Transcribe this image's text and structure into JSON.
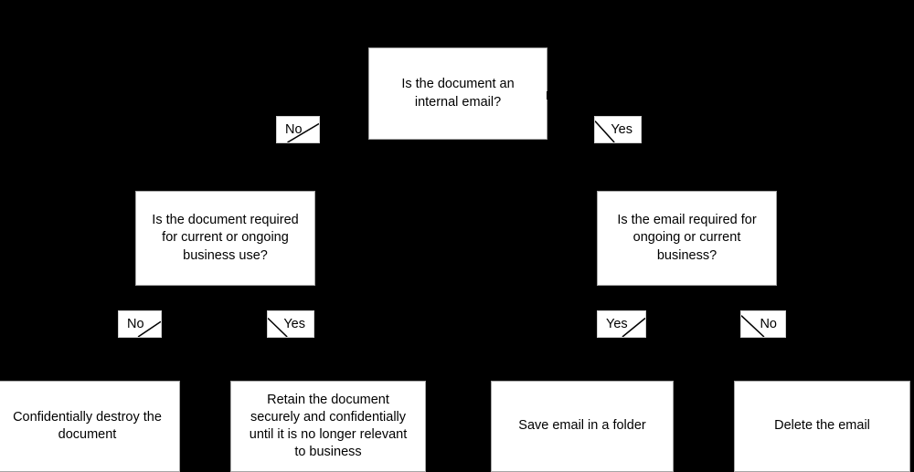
{
  "diagram": {
    "title": "Document and email retention decision flowchart",
    "background_color": "#000000",
    "node_fill_color": "#ffffff",
    "node_border_color": "#a6a6a6",
    "text_color": "#000000"
  },
  "nodes": {
    "root_question": "Is the document an\ninternal email?",
    "left_question": "Is the document required\nfor current or ongoing\nbusiness use?",
    "right_question": "Is the email required for\nongoing or current\nbusiness?",
    "outcome_destroy": "Confidentially destroy the\ndocument",
    "outcome_retain": "Retain the document\nsecurely and confidentially\nuntil it is no longer relevant\nto business",
    "outcome_save": "Save email in a folder",
    "outcome_delete": "Delete the email"
  },
  "edge_labels": {
    "root_no": "No",
    "root_yes": "Yes",
    "left_no": "No",
    "left_yes": "Yes",
    "right_yes": "Yes",
    "right_no": "No"
  },
  "flow": {
    "root_no_target": "left_question",
    "root_yes_target": "right_question",
    "left_no_target": "outcome_destroy",
    "left_yes_target": "outcome_retain",
    "right_yes_target": "outcome_save",
    "right_no_target": "outcome_delete"
  }
}
